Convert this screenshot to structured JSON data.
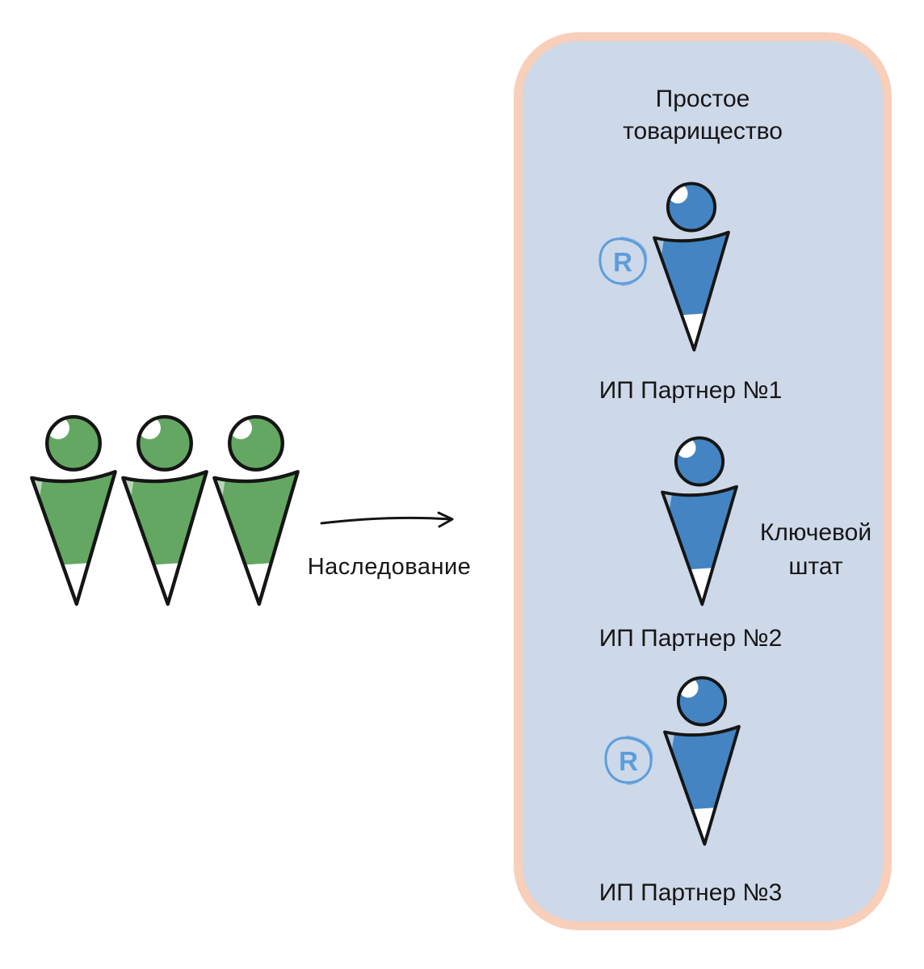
{
  "colors": {
    "panel_fill": "#cdd8e9",
    "panel_border": "#f7cfba",
    "green_figure": "#63a763",
    "blue_figure": "#4484c2",
    "r_icon_blue": "#5d9ddb",
    "text": "#161616"
  },
  "inheritance": {
    "arrow_label": "Наследование"
  },
  "partnership": {
    "title": "Простое товарищество",
    "members": [
      {
        "label": "ИП Партнер №1",
        "badge": "R"
      },
      {
        "label": "ИП Партнер №2",
        "note": "Ключевой штат"
      },
      {
        "label": "ИП Партнер №3",
        "badge": "R"
      }
    ]
  }
}
